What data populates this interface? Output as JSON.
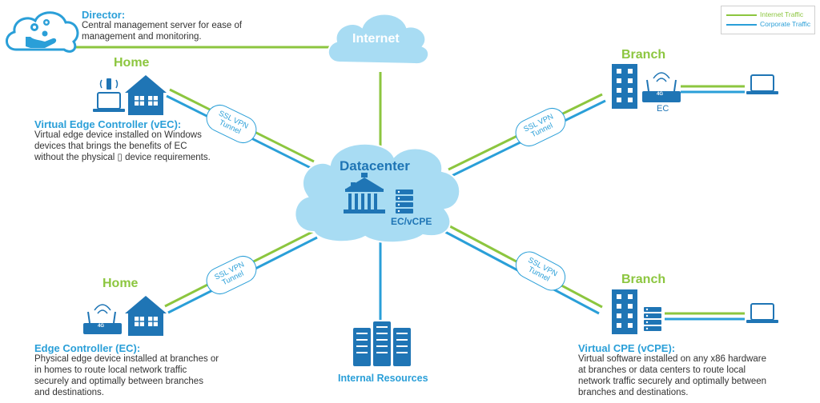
{
  "legend": {
    "internet_label": "Internet Traffic",
    "corporate_label": "Corporate Traffic",
    "internet_color": "#8cc63f",
    "corporate_color": "#2a9fd8"
  },
  "director": {
    "title": "Director:",
    "desc_line1": "Central management server for ease of",
    "desc_line2": "management and monitoring."
  },
  "internet": {
    "label": "Internet"
  },
  "datacenter": {
    "label": "Datacenter",
    "device_label": "EC/vCPE"
  },
  "home_top": {
    "label": "Home",
    "title": "Virtual Edge Controller (vEC):",
    "desc_line1": "Virtual edge device installed on Windows",
    "desc_line2": "devices that brings the benefits of EC",
    "desc_line3": "without the physical ▯ device requirements."
  },
  "home_bottom": {
    "label": "Home",
    "title": "Edge Controller (EC):",
    "desc_line1": "Physical edge device installed at branches or",
    "desc_line2": "in homes to route local network traffic",
    "desc_line3": "securely and optimally between branches",
    "desc_line4": "and destinations."
  },
  "branch_top": {
    "label": "Branch",
    "device_label": "EC",
    "router_badge": "4G"
  },
  "branch_bottom": {
    "label": "Branch",
    "title": "Virtual CPE (vCPE):",
    "desc_line1": "Virtual software installed on any x86 hardware",
    "desc_line2": "at branches or data centers to route local",
    "desc_line3": "network traffic securely and optimally between",
    "desc_line4": "branches and destinations."
  },
  "home_router_badge": "4G",
  "internal_resources": {
    "label": "Internal Resources"
  },
  "tunnels": {
    "line1": "SSL VPN",
    "line2": "Tunnel"
  }
}
